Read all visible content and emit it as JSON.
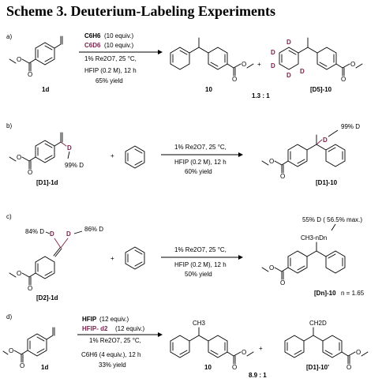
{
  "title": "Scheme 3. Deuterium-Labeling Experiments",
  "panels": {
    "a": {
      "label": "a)",
      "reagent1_name": "C6H6",
      "reagent1_amount": "(10 equiv.)",
      "reagent2_name": "C6D6",
      "reagent2_amount": "(10 equiv.)",
      "conditions": [
        "1% Re2O7, 25 °C,",
        "HFIP (0.2 M), 12 h",
        "65% yield"
      ],
      "start": "1d",
      "product1": "10",
      "product2": "[D5]-10",
      "ratio": "1.3 : 1",
      "d_labels": [
        "D",
        "D",
        "D",
        "D",
        "D"
      ]
    },
    "b": {
      "label": "b)",
      "conditions": [
        "1% Re2O7, 25 °C,",
        "HFIP (0.2 M), 12 h",
        "60% yield"
      ],
      "start": "[D1]-1d",
      "product": "[D1]-10",
      "start_d": "D",
      "start_pct": "99% D",
      "prod_d": "D",
      "prod_pct": "99% D"
    },
    "c": {
      "label": "c)",
      "conditions": [
        "1% Re2O7, 25 °C,",
        "HFIP (0.2 M), 12 h",
        "50% yield"
      ],
      "start": "[D2]-1d",
      "product": "[Dn]-10",
      "pct_left": "84% D",
      "pct_right": "86% D",
      "prod_label": "55% D ( 56.5% max.)",
      "prod_group": "CH3-nDn",
      "n_value": "n = 1.65"
    },
    "d": {
      "label": "d)",
      "reagent1": "HFIP",
      "reagent1_amount": "(12 equiv.)",
      "reagent2": "HFIP- d2",
      "reagent2_amount": "(12 equiv.)",
      "conditions": [
        "1% Re2O7, 25 °C,",
        "C6H6 (4 equiv.), 12 h",
        "33% yield"
      ],
      "start": "1d",
      "product1": "10",
      "product2": "[D1]-10'",
      "ratio": "8.9 : 1",
      "ch3": "CH3",
      "ch2d": "CH2D"
    }
  }
}
